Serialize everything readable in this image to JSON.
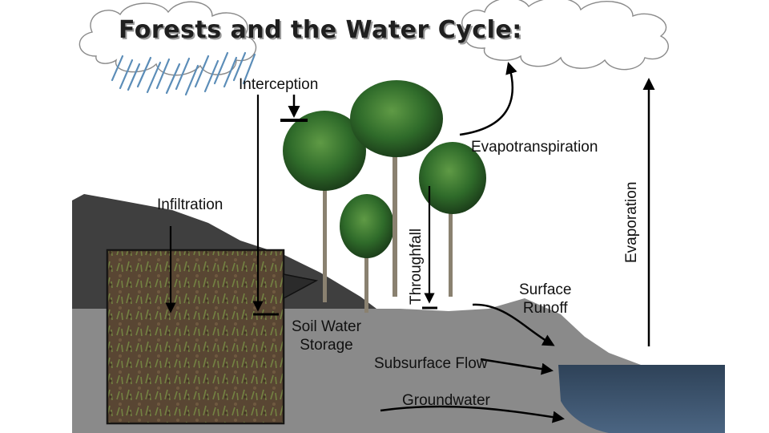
{
  "title": "Forests and the Water Cycle:",
  "labels": {
    "interception": "Interception",
    "evapotranspiration": "Evapotranspiration",
    "evaporation": "Evaporation",
    "infiltration": "Infiltration",
    "throughfall": "Throughfall",
    "surface_runoff_1": "Surface",
    "surface_runoff_2": "Runoff",
    "soil_water_storage_1": "Soil Water",
    "soil_water_storage_2": "Storage",
    "subsurface_flow": "Subsurface Flow",
    "groundwater": "Groundwater"
  },
  "colors": {
    "rain": "#5b8db8",
    "hillside": "#3f3f3f",
    "ground": "#8a8a8a",
    "water": "#3c5068",
    "foliage": "#2f6b2a",
    "trunk": "#8a8170",
    "soil_photo": "#5c4a36"
  },
  "icons": [
    "cloud-icon",
    "rain-icon",
    "tree-icon",
    "arrow-icon"
  ]
}
